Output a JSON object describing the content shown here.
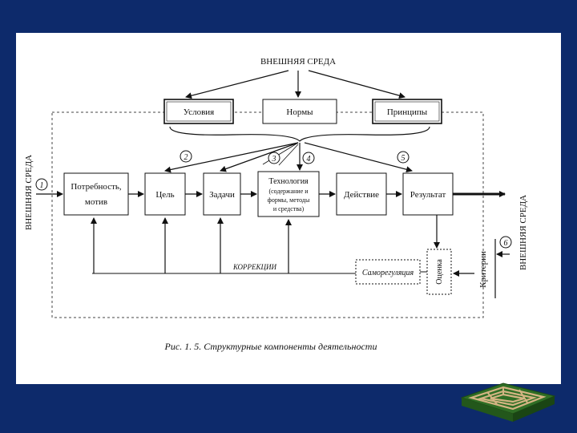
{
  "diagram": {
    "top_title": "ВНЕШНЯЯ СРЕДА",
    "left_side": "ВНЕШНЯЯ СРЕДА",
    "right_side": "ВНЕШНЯЯ СРЕДА",
    "top_boxes": {
      "conditions": "Условия",
      "norms": "Нормы",
      "principles": "Принципы"
    },
    "boxes": {
      "need": [
        "Потребность,",
        "мотив"
      ],
      "goal": "Цель",
      "tasks": "Задачи",
      "technology": [
        "Технология",
        "(содержание и",
        "формы, методы",
        "и средства)"
      ],
      "action": "Действие",
      "result": "Результат",
      "self_regulation": "Саморегуляция",
      "assessment": "Оценка",
      "criteria": "Критерии"
    },
    "correction": "КОРРЕКЦИИ",
    "markers": [
      "1",
      "2",
      "3",
      "4",
      "5",
      "6"
    ],
    "caption": "Рис. 1. 5. Структурные компоненты деятельности"
  },
  "colors": {
    "background": "#0d2a6b",
    "panel": "#ffffff",
    "ink": "#111111",
    "logo_green": "#3a7d2c"
  }
}
